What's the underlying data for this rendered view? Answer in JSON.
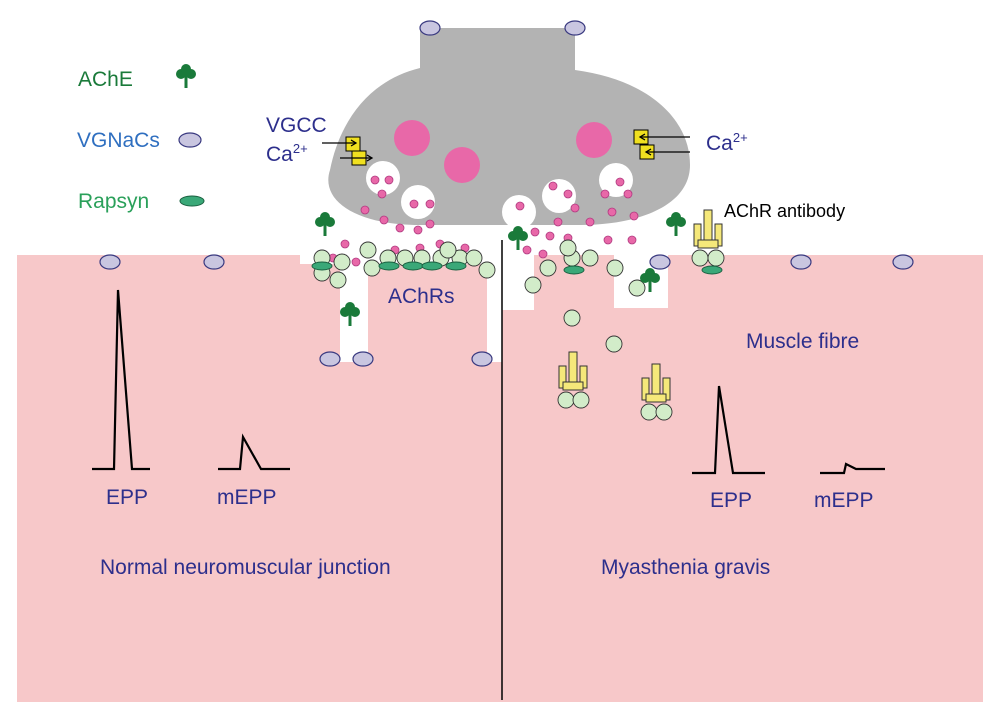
{
  "legend": {
    "ache": "AChE",
    "vgnacs": "VGNaCs",
    "rapsyn": "Rapsyn"
  },
  "labels": {
    "vgcc": "VGCC",
    "ca_left": "Ca",
    "ca_left_sup": "2+",
    "ca_right": "Ca",
    "ca_right_sup": "2+",
    "achr_antibody": "AChR antibody",
    "achrs": "AChRs",
    "muscle_fibre": "Muscle fibre",
    "epp_left": "EPP",
    "mepp_left": "mEPP",
    "epp_right": "EPP",
    "mepp_right": "mEPP",
    "normal": "Normal neuromuscular junction",
    "mg": "Myasthenia gravis"
  },
  "colors": {
    "muscle": "#f7c8c9",
    "terminal": "#b3b3b3",
    "vesicle_core": "#e868a8",
    "ach_dot": "#b03a80",
    "achr": "#d2ecc9",
    "rapsyn": "#3aa878",
    "vgnac": "#c9c6e0",
    "ache": "#1a7a3a",
    "vgcc": "#f0e020",
    "antibody": "#f5e87a",
    "label_blue": "#2d2f8c",
    "label_ache": "#1a7a3a",
    "label_vgnacs": "#2f6fc0",
    "label_rapsyn": "#2aa05a"
  }
}
